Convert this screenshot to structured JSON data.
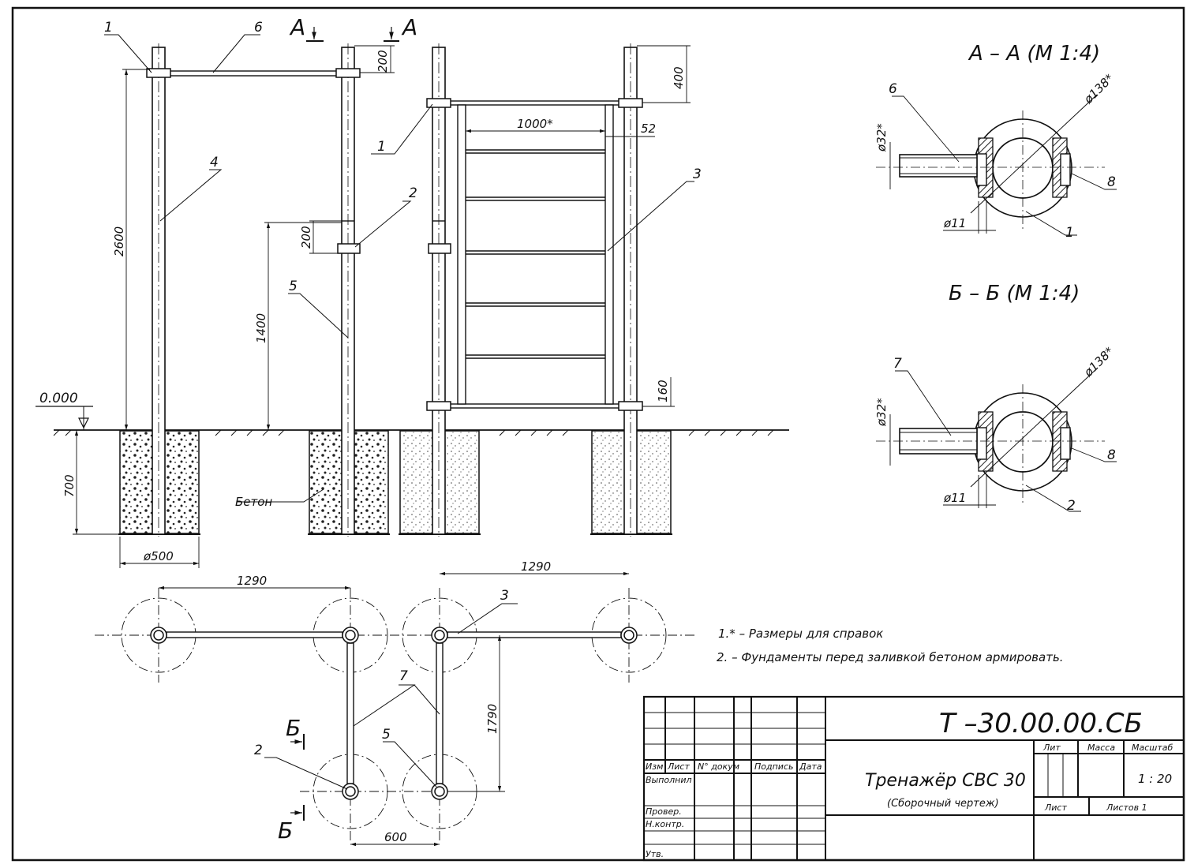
{
  "labels": {
    "p1": "1",
    "p2": "2",
    "p3": "3",
    "p4": "4",
    "p5": "5",
    "p6": "6",
    "p7": "7",
    "p8": "8",
    "section_a": "A",
    "section_b": "Б",
    "ground_level": "0.000",
    "concrete": "Бетон"
  },
  "dims": {
    "d2600": "2600",
    "d200a": "200",
    "d400": "400",
    "d1000": "1000*",
    "d52": "52",
    "d200b": "200",
    "d1400": "1400",
    "d160": "160",
    "d700": "700",
    "d500": "ø500",
    "d1290a": "1290",
    "d1290b": "1290",
    "d1790": "1790",
    "d600": "600",
    "phi32": "ø32*",
    "phi138": "ø138*",
    "phi11": "ø11"
  },
  "sections": {
    "aa_title": "А – А (М 1:4)",
    "bb_title": "Б – Б (М 1:4)"
  },
  "notes": [
    "1.* – Размеры для справок",
    "2. – Фундаменты перед заливкой бетоном армировать."
  ],
  "title_block": {
    "doc_code": "Т –30.00.00.СБ",
    "name": "Тренажёр СВС 30",
    "subtitle": "(Сборочный чертеж)",
    "col_izm": "Изм",
    "col_list": "Лист",
    "col_ndoc": "N° докум",
    "col_podp": "Подпись",
    "col_data": "Дата",
    "row_vypolnil": "Выполнил",
    "row_prover": "Провер.",
    "row_nkontr": "Н.контр.",
    "row_utv": "Утв.",
    "lit": "Лит",
    "massa": "Масса",
    "masshtab": "Масштаб",
    "scale": "1 : 20",
    "list": "Лист",
    "listov": "Листов 1"
  }
}
